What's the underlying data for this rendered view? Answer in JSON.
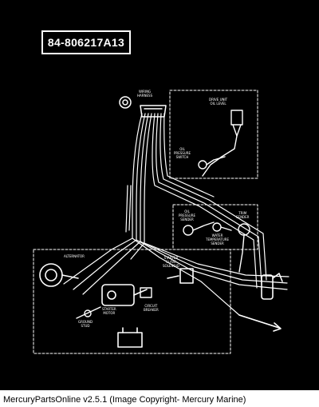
{
  "part_number": "84-806217A13",
  "labels": {
    "wiring_harness": "WIRING\nHARNESS",
    "drive_unit_oil_level": "DRIVE UNIT\nOIL LEVEL",
    "oil_pressure_switch_1": "OIL\nPRESSURE\nSWITCH",
    "oil_pressure_sender": "OIL\nPRESSURE\nSENDER",
    "water_temperature_sender": "WATER\nTEMPERATURE\nSENDER",
    "trim_sender": "TRIM\nSENDER",
    "alternator": "ALTERNATOR",
    "starter_slave_solenoid": "STARTER\nSLAVE\nSOLENOID",
    "starter_motor": "STARTER\nMOTOR",
    "circuit_breaker": "CIRCUIT\nBREAKER",
    "ground_stud": "GROUND\nSTUD"
  },
  "footer": "MercuryPartsOnline v2.5.1 (Image Copyright- Mercury Marine)"
}
